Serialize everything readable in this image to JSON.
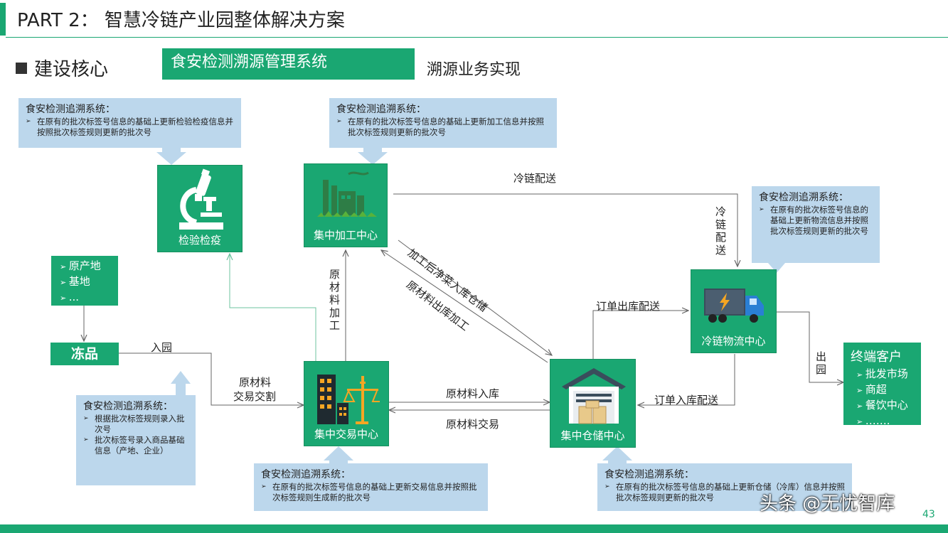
{
  "header": {
    "title": "PART 2： 智慧冷链产业园整体解决方案"
  },
  "section": {
    "label": "建设核心",
    "banner": "食安检测溯源管理系统",
    "banner_sub": "溯源业务实现"
  },
  "nodes": {
    "quarantine": "检验检疫",
    "processing": "集中加工中心",
    "trading": "集中交易中心",
    "storage": "集中仓储中心",
    "logistics": "冷链物流中心",
    "frozen": "冻品"
  },
  "origin_list": [
    "原产地",
    "基地",
    "..."
  ],
  "customers": {
    "title": "终端客户",
    "items": [
      "批发市场",
      "商超",
      "餐饮中心",
      "……."
    ]
  },
  "infoboxes": {
    "quarantine": {
      "title": "食安检测追溯系统：",
      "bullets": [
        "在原有的批次标签号信息的基础上更新检验检疫信息并按照批次标签规则更新的批次号"
      ]
    },
    "processing": {
      "title": "食安检测追溯系统：",
      "bullets": [
        "在原有的批次标签号信息的基础上更新加工信息并按照批次标签规则更新的批次号"
      ]
    },
    "logistics": {
      "title": "食安检测追溯系统：",
      "bullets": [
        "在原有的批次标签号信息的基础上更新物流信息并按照批次标签规则更新的批次号"
      ]
    },
    "frozen": {
      "title": "食安检测追溯系统：",
      "bullets": [
        "根据批次标签规则录入批次号",
        "批次标签号录入商品基础信息（产地、企业）"
      ]
    },
    "trading": {
      "title": "食安检测追溯系统：",
      "bullets": [
        "在原有的批次标签号信息的基础上更新交易信息并按照批次标签规则生成新的批次号"
      ]
    },
    "storage": {
      "title": "食安检测追溯系统：",
      "bullets": [
        "在原有的批次标签号信息的基础上更新仓储（冷库）信息并按照批次标签规则更新的批次号"
      ]
    }
  },
  "edges": {
    "cold_chain_top": "冷链配送",
    "cold_chain_vertical": "冷链配送",
    "raw_processing": "原材料加工",
    "enter_park": "入园",
    "raw_trade_deal": [
      "原材料",
      "交易交割"
    ],
    "raw_in_storage": "原材料入库",
    "raw_trade": "原材料交易",
    "processed_to_storage": "加工后净菜入库仓储",
    "raw_out_processing": "原材料出库加工",
    "order_out": "订单出库配送",
    "order_in": "订单入库配送",
    "exit_park": "出园"
  },
  "footer": {
    "page": "43",
    "watermark": "头条 @无忧智库"
  },
  "colors": {
    "accent": "#1aa772",
    "info_bg": "#bcd7ec",
    "arrow": "#666666"
  }
}
